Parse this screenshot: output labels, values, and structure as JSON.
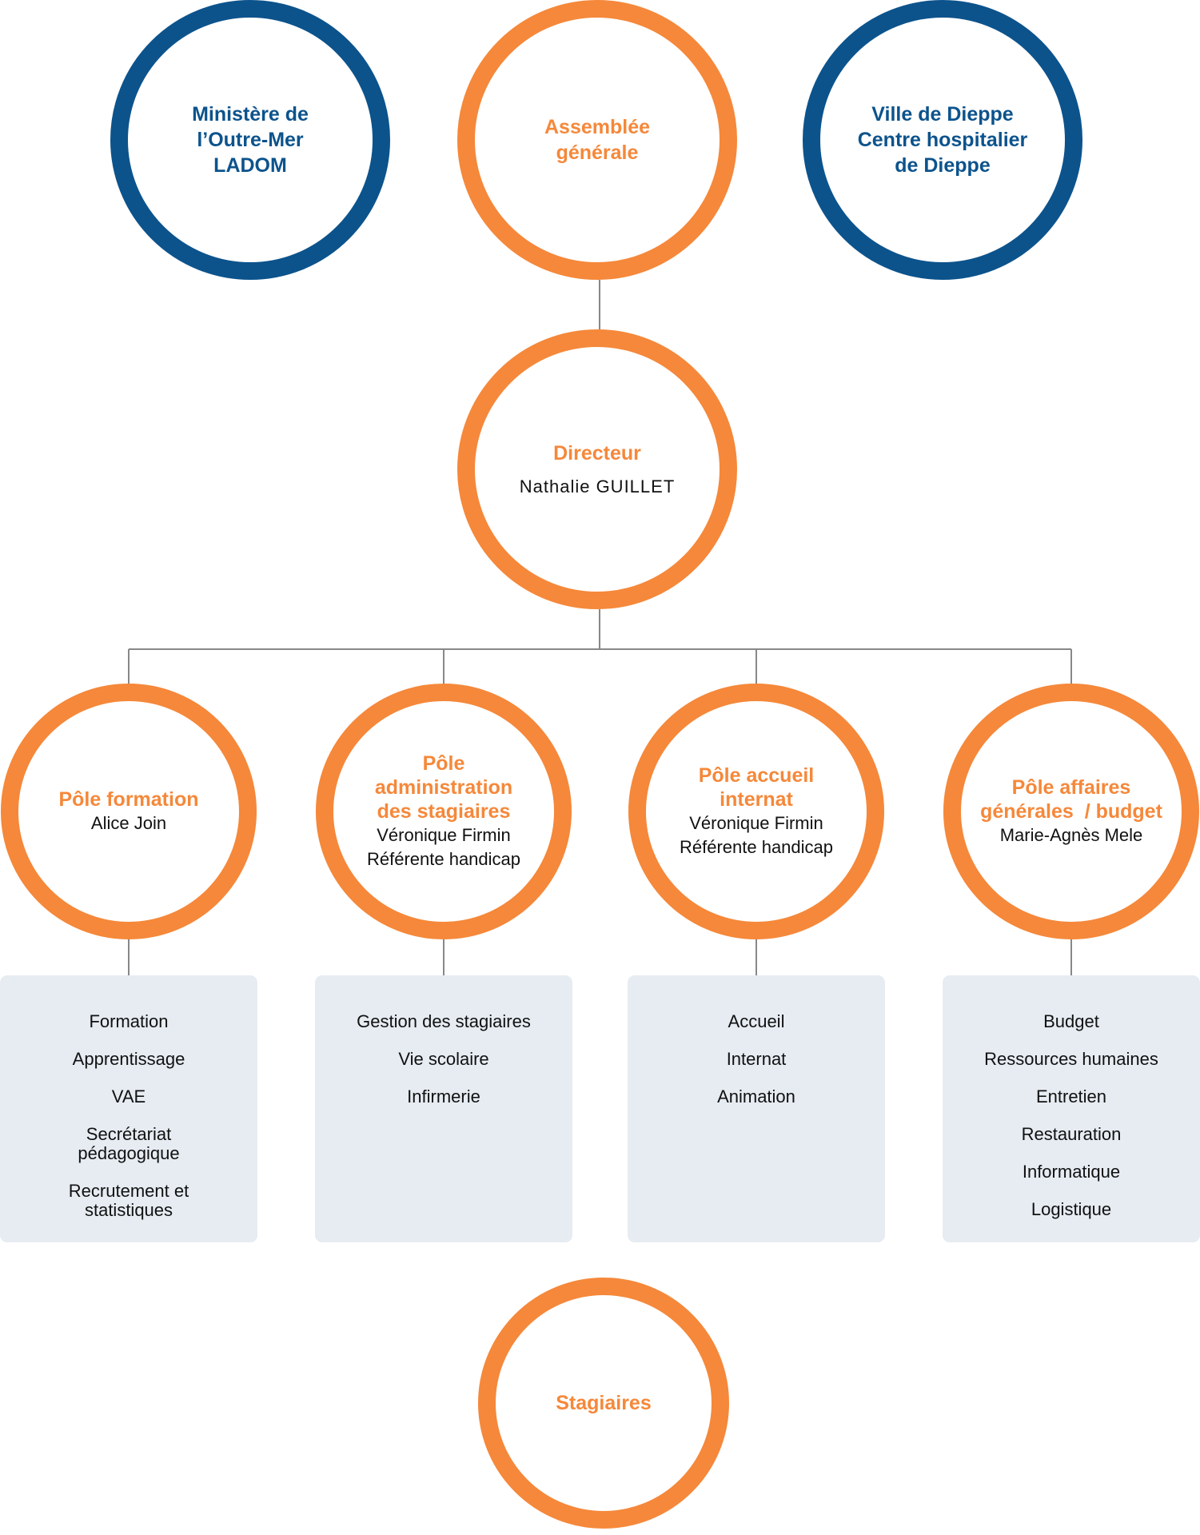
{
  "top": {
    "ministere": {
      "lines": [
        "Ministère de",
        "l’Outre-Mer",
        "LADOM"
      ]
    },
    "assemblee": {
      "lines": [
        "Assemblée",
        "générale"
      ]
    },
    "ville": {
      "lines": [
        "Ville de Dieppe",
        "Centre hospitalier",
        "de Dieppe"
      ]
    }
  },
  "directeur": {
    "title": "Directeur",
    "name": "Nathalie GUILLET"
  },
  "poles": [
    {
      "title_lines": [
        "Pôle formation"
      ],
      "people": [
        "Alice Join"
      ],
      "items": [
        "Formation",
        "Apprentissage",
        "VAE",
        "Secrétariat pédagogique",
        "Recrutement et statistiques"
      ]
    },
    {
      "title_lines": [
        "Pôle",
        "administration",
        "des stagiaires"
      ],
      "people": [
        "Véronique Firmin",
        "Référente handicap"
      ],
      "items": [
        "Gestion des stagiaires",
        "Vie scolaire",
        "Infirmerie"
      ]
    },
    {
      "title_lines": [
        "Pôle accueil",
        "internat"
      ],
      "people": [
        "Véronique Firmin",
        "Référente handicap"
      ],
      "items": [
        "Accueil",
        "Internat",
        "Animation"
      ]
    },
    {
      "title_lines": [
        "Pôle affaires",
        "générales  / budget"
      ],
      "people": [
        "Marie-Agnès Mele"
      ],
      "items": [
        "Budget",
        "Ressources humaines",
        "Entretien",
        "Restauration",
        "Informatique",
        "Logistique"
      ]
    }
  ],
  "stagiaires": {
    "title": "Stagiaires"
  },
  "colors": {
    "blue": "#0c538c",
    "orange": "#f5883a",
    "box": "#e6ecf2",
    "line": "#888888"
  }
}
